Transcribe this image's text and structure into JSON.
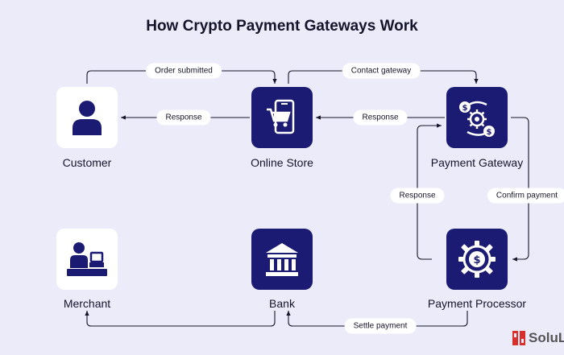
{
  "title": "How Crypto Payment Gateways Work",
  "nodes": {
    "customer": "Customer",
    "online_store": "Online Store",
    "payment_gateway": "Payment Gateway",
    "merchant": "Merchant",
    "bank": "Bank",
    "payment_processor": "Payment Processor"
  },
  "edges": {
    "order_submitted": "Order submitted",
    "contact_gateway": "Contact gateway",
    "response_store_customer": "Response",
    "response_gateway_store": "Response",
    "response_processor_gateway": "Response",
    "confirm_payment": "Confirm payment",
    "settle_payment": "Settle payment"
  },
  "brand": "SoluL",
  "colors": {
    "background": "#ecebfa",
    "navy": "#1c1b73",
    "card": "#ffffff",
    "text": "#14142b"
  }
}
